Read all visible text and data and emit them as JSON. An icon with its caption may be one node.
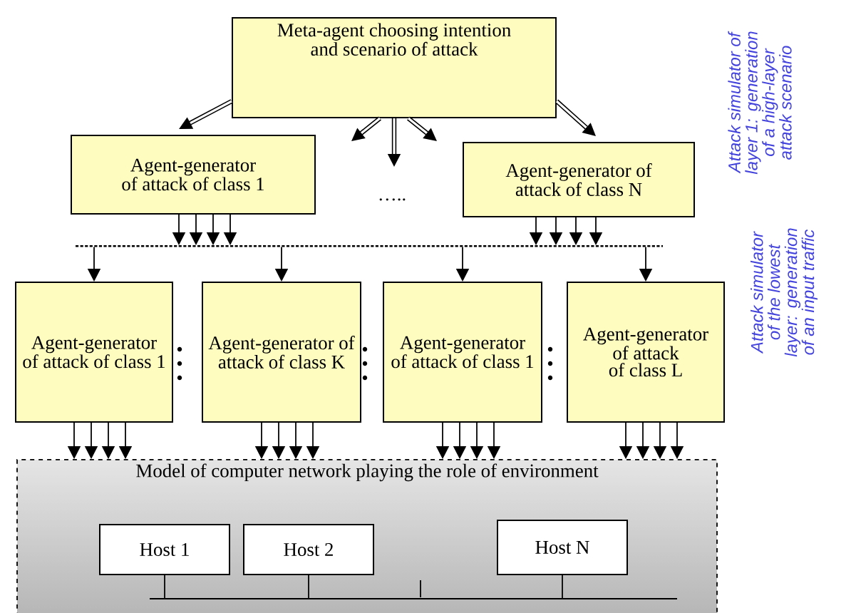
{
  "diagram": {
    "nodes": [
      {
        "text": [
          "Meta-agent choosing intention and scenario of attack"
        ]
      },
      {
        "text": [
          "Agent-generator of attack of class 1"
        ]
      },
      {
        "text": [
          "Agent-generator of attack of class N"
        ]
      },
      {
        "text": [],
        "shape": "bar"
      },
      {
        "text": [
          "Agent-generator of attack of class 1"
        ]
      },
      {
        "text": [
          "Agent-generator of attack of class K"
        ]
      },
      {
        "text": [
          "Agent-generator of attack of class 1"
        ]
      },
      {
        "text": [
          "Agent-generator of attack of class L"
        ]
      },
      {
        "text": [
          "Model of computer network playing the role of environment"
        ]
      },
      {
        "text": [
          "Host 1"
        ],
        "in": 8
      },
      {
        "text": [
          "Host 2"
        ],
        "in": 8
      },
      {
        "text": [
          "Host N"
        ],
        "in": 8
      },
      {
        "text": [],
        "shape": "bar",
        "in": 8
      }
    ],
    "edges": [
      {
        "from": 0,
        "to": 1,
        "arrow": "to",
        "style": "thick"
      },
      {
        "from": 0,
        "to": null,
        "arrow": "to",
        "style": "thick"
      },
      {
        "from": 0,
        "to": null,
        "arrow": "to",
        "style": "thick"
      },
      {
        "from": 0,
        "to": null,
        "arrow": "to",
        "style": "thick"
      },
      {
        "from": 0,
        "to": 2,
        "arrow": "to",
        "style": "thick"
      },
      {
        "from": 1,
        "to": 3,
        "arrow": "to"
      },
      {
        "from": 2,
        "to": 3,
        "arrow": "to"
      },
      {
        "from": 3,
        "to": 4,
        "arrow": "to"
      },
      {
        "from": 3,
        "to": 5,
        "arrow": "to"
      },
      {
        "from": 3,
        "to": 6,
        "arrow": "to"
      },
      {
        "from": 3,
        "to": 7,
        "arrow": "to"
      },
      {
        "from": 4,
        "to": 8,
        "arrow": "to"
      },
      {
        "from": 5,
        "to": 8,
        "arrow": "to"
      },
      {
        "from": 6,
        "to": 8,
        "arrow": "to"
      },
      {
        "from": 7,
        "to": 8,
        "arrow": "to"
      },
      {
        "from": 9,
        "to": 12,
        "arrow": "none"
      },
      {
        "from": 10,
        "to": 12,
        "arrow": "none"
      },
      {
        "from": 11,
        "to": 12,
        "arrow": "none"
      }
    ],
    "labels": [
      "…..",
      "Attack simulator of layer 1: generation of a high-layer attack scenario",
      "Attack simulator of the lowest layer: generation of an input traffic"
    ]
  }
}
